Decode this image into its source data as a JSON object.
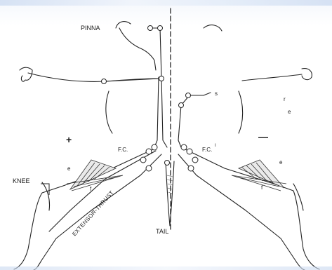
{
  "labels": {
    "pinna": "PINNA",
    "knee": "KNEE",
    "tail": "TAIL",
    "fc_left": "F.C.",
    "fc_right": "F.C.",
    "fc_right_sup": "I",
    "extensor": "EXTENSOR-THRUST",
    "e_left": "e",
    "f_left": "f",
    "e_right": "e",
    "f_right": "f",
    "s": "s",
    "plus": "+",
    "minus": "—",
    "r_mark": "r",
    "e_mark": "e"
  }
}
